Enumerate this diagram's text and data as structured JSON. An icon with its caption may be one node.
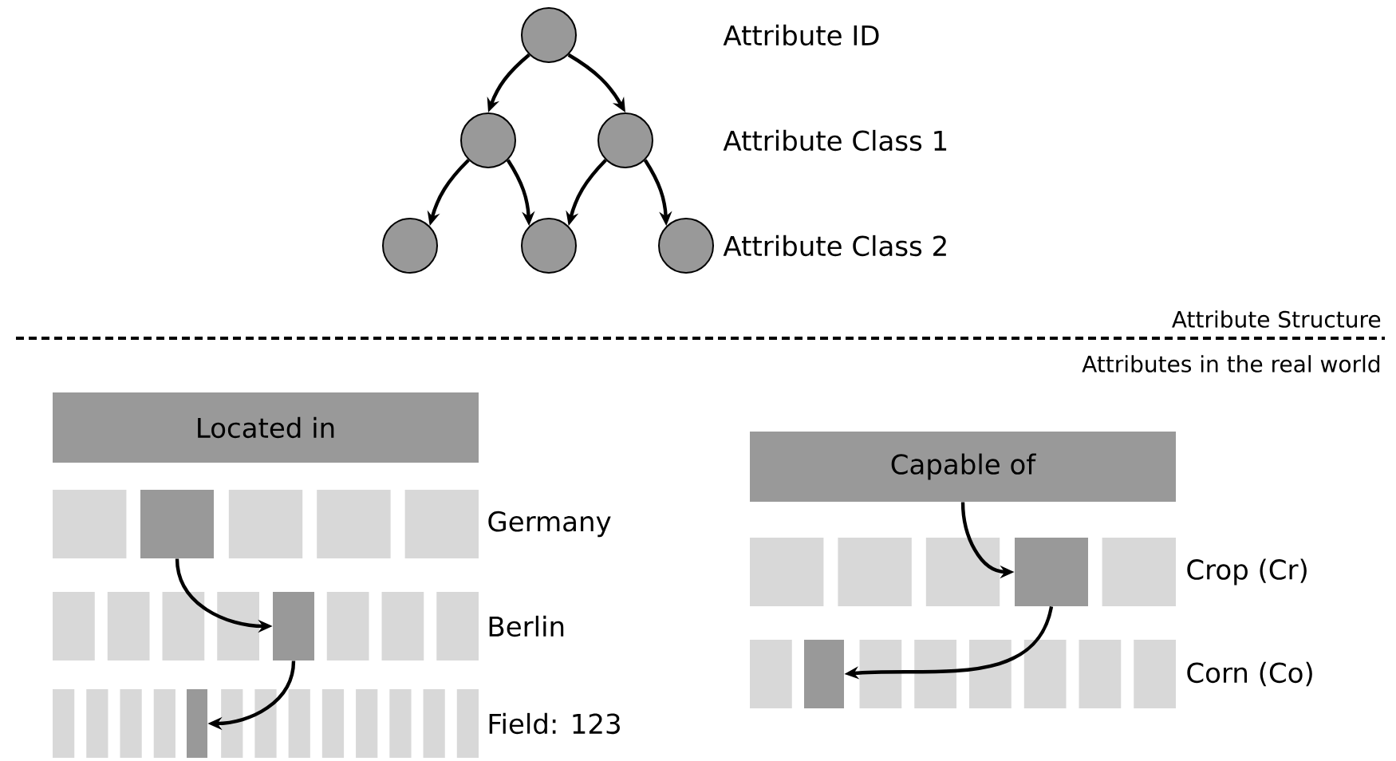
{
  "diagram": {
    "nodes": [
      {
        "text": [],
        "shape": "circle"
      },
      {
        "text": [],
        "shape": "circle"
      },
      {
        "text": [],
        "shape": "circle"
      },
      {
        "text": [],
        "shape": "circle"
      },
      {
        "text": [],
        "shape": "circle"
      },
      {
        "text": [],
        "shape": "circle"
      },
      {
        "text": [
          "Located in"
        ]
      },
      {
        "text": [],
        "shape": "box"
      },
      {
        "text": [],
        "shape": "box"
      },
      {
        "text": [],
        "shape": "box"
      },
      {
        "text": [
          "Capable of"
        ]
      },
      {
        "text": [],
        "shape": "box"
      },
      {
        "text": [],
        "shape": "box"
      }
    ],
    "edges": [
      {
        "from": 0,
        "to": 1,
        "arrow": "to"
      },
      {
        "from": 0,
        "to": 2,
        "arrow": "to"
      },
      {
        "from": 1,
        "to": 3,
        "arrow": "to"
      },
      {
        "from": 1,
        "to": 4,
        "arrow": "to"
      },
      {
        "from": 2,
        "to": 4,
        "arrow": "to"
      },
      {
        "from": 2,
        "to": 5,
        "arrow": "to"
      },
      {
        "from": 7,
        "to": 8,
        "arrow": "to"
      },
      {
        "from": 8,
        "to": 9,
        "arrow": "to"
      },
      {
        "from": 10,
        "to": 11,
        "arrow": "to"
      },
      {
        "from": 11,
        "to": 12,
        "arrow": "to"
      }
    ],
    "labels": [
      "Attribute ID",
      "Attribute Class 1",
      "Attribute Class 2",
      "Attribute Structure",
      "Attributes in the real world",
      "Germany",
      "Berlin",
      "Field: 123",
      "Crop (Cr)",
      "Corn (Co)"
    ]
  }
}
